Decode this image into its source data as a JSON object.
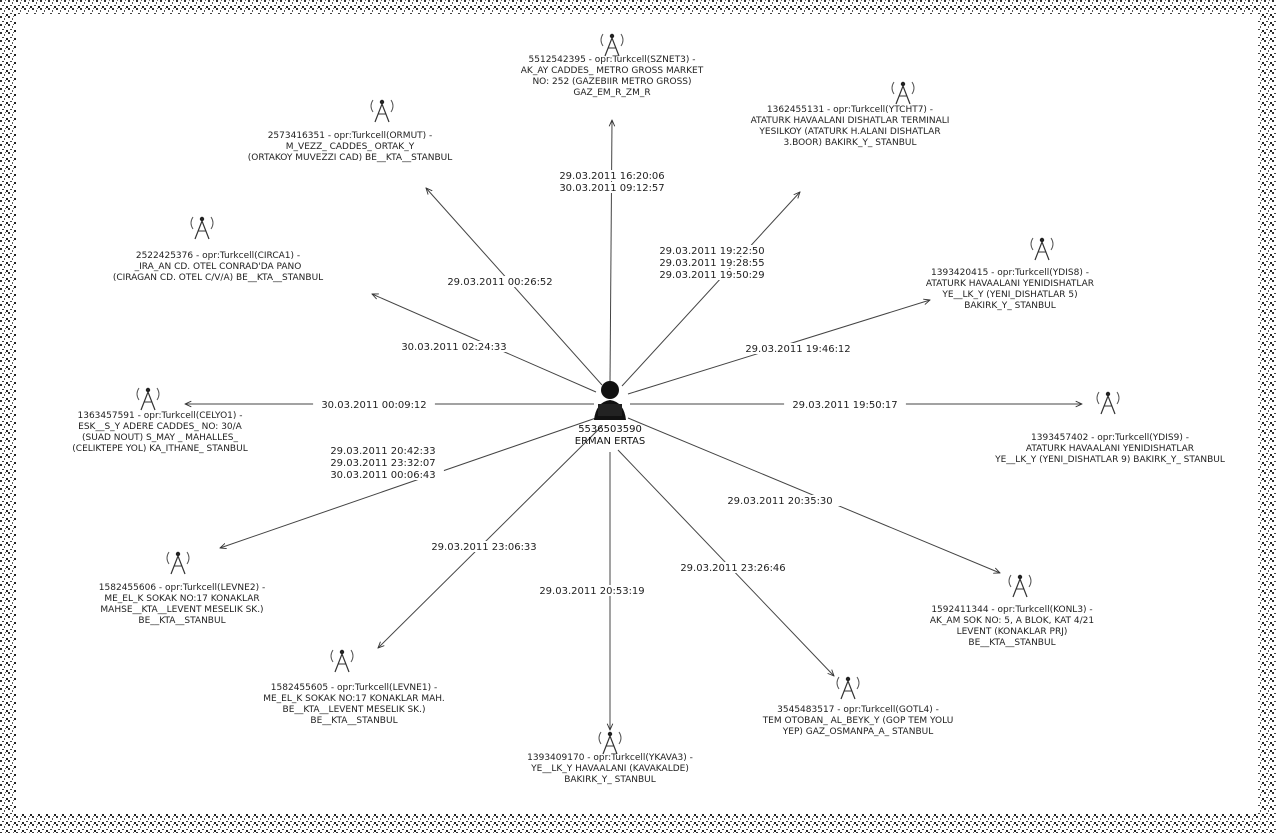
{
  "center": {
    "id": "5536503590",
    "name": "ERMAN ERTAS"
  },
  "nodes": [
    {
      "key": "n_top",
      "lines": [
        "5512542395 - opr:Turkcell(SZNET3) -",
        "AK_AY CADDES_ METRO GROSS MARKET",
        "NO: 252 (GAZEBIIR METRO GROSS)",
        "GAZ_EM_R_ZM_R"
      ]
    },
    {
      "key": "n_ortakoy",
      "lines": [
        "2573416351 - opr:Turkcell(ORMUT) -",
        "M_VEZZ_ CADDES_ ORTAK_Y",
        "(ORTAKOY MUVEZZI CAD) BE__KTA__STANBUL"
      ]
    },
    {
      "key": "n_ataturk1",
      "lines": [
        "1362455131 - opr:Turkcell(YTCHT7) -",
        "ATATURK HAVAALANI DISHATLAR TERMINALI",
        "YESILKOY (ATATURK H.ALANI DISHATLAR",
        "3.BOOR) BAKIRK_Y_ STANBUL"
      ]
    },
    {
      "key": "n_ciragan",
      "lines": [
        "2522425376 - opr:Turkcell(CIRCA1) -",
        "_IRA_AN CD. OTEL CONRAD'DA PANO",
        "(CIRAGAN CD. OTEL C/V/A) BE__KTA__STANBUL"
      ]
    },
    {
      "key": "n_ataturk2",
      "lines": [
        "1393420415 - opr:Turkcell(YDIS8) -",
        "ATATURK HAVAALANI YENIDISHATLAR",
        "YE__LK_Y (YENI_DISHATLAR 5)",
        "BAKIRK_Y_ STANBUL"
      ]
    },
    {
      "key": "n_sisli",
      "lines": [
        "1363457591 - opr:Turkcell(CELYO1) -",
        "ESK__S_Y ADERE CADDES_ NO: 30/A",
        "(SUAD NOUT) S_MAY _ MAHALLES_",
        "(CELIKTEPE YOL) KA_ITHANE_ STANBUL"
      ]
    },
    {
      "key": "n_ataturk3",
      "lines": [
        "1393457402 - opr:Turkcell(YDIS9) -",
        "ATATURK HAVAALANI YENIDISHATLAR",
        "YE__LK_Y (YENI_DISHATLAR 9) BAKIRK_Y_ STANBUL"
      ]
    },
    {
      "key": "n_konaklar1",
      "lines": [
        "1582455606 - opr:Turkcell(LEVNE2) -",
        "ME_EL_K SOKAK NO:17 KONAKLAR",
        "MAHSE__KTA__LEVENT MESELIK SK.)",
        "BE__KTA__STANBUL"
      ]
    },
    {
      "key": "n_levent",
      "lines": [
        "1592411344 - opr:Turkcell(KONL3) -",
        "AK_AM SOK NO: 5, A BLOK, KAT 4/21",
        "LEVENT (KONAKLAR PRJ)",
        "BE__KTA__STANBUL"
      ]
    },
    {
      "key": "n_konaklar2",
      "lines": [
        "1582455605 - opr:Turkcell(LEVNE1) -",
        "ME_EL_K SOKAK NO:17 KONAKLAR MAH.",
        "BE__KTA__LEVENT MESELIK SK.)",
        "BE__KTA__STANBUL"
      ]
    },
    {
      "key": "n_yesilkoy",
      "lines": [
        "1393409170 - opr:Turkcell(YKAVA3) -",
        "YE__LK_Y HAVAALANI (KAVAKALDE)",
        "BAKIRK_Y_ STANBUL"
      ]
    },
    {
      "key": "n_gop",
      "lines": [
        "3545483517 - opr:Turkcell(GOTL4) -",
        "TEM OTOBAN_ AL_BEYK_Y (GOP TEM YOLU",
        "YEP) GAZ_OSMANPA_A_ STANBUL"
      ]
    }
  ],
  "edges": [
    {
      "key": "e_top",
      "labels": [
        "29.03.2011 16:20:06",
        "30.03.2011 09:12:57"
      ]
    },
    {
      "key": "e_ortakoy",
      "labels": [
        "29.03.2011 00:26:52"
      ]
    },
    {
      "key": "e_ataturk1",
      "labels": [
        "29.03.2011 19:22:50",
        "29.03.2011 19:28:55",
        "29.03.2011 19:50:29"
      ]
    },
    {
      "key": "e_ciragan",
      "labels": [
        "30.03.2011 02:24:33"
      ]
    },
    {
      "key": "e_ataturk2",
      "labels": [
        "29.03.2011 19:46:12"
      ]
    },
    {
      "key": "e_sisli",
      "labels": [
        "30.03.2011 00:09:12"
      ]
    },
    {
      "key": "e_ataturk3",
      "labels": [
        "29.03.2011 19:50:17"
      ]
    },
    {
      "key": "e_konaklar1",
      "labels": [
        "29.03.2011 20:42:33",
        "29.03.2011 23:32:07",
        "30.03.2011 00:06:43"
      ]
    },
    {
      "key": "e_levent",
      "labels": [
        "29.03.2011 20:35:30"
      ]
    },
    {
      "key": "e_konaklar2",
      "labels": [
        "29.03.2011 23:06:33"
      ]
    },
    {
      "key": "e_yesilkoy",
      "labels": [
        "29.03.2011 20:53:19"
      ]
    },
    {
      "key": "e_gop",
      "labels": [
        "29.03.2011 23:26:46"
      ]
    }
  ]
}
